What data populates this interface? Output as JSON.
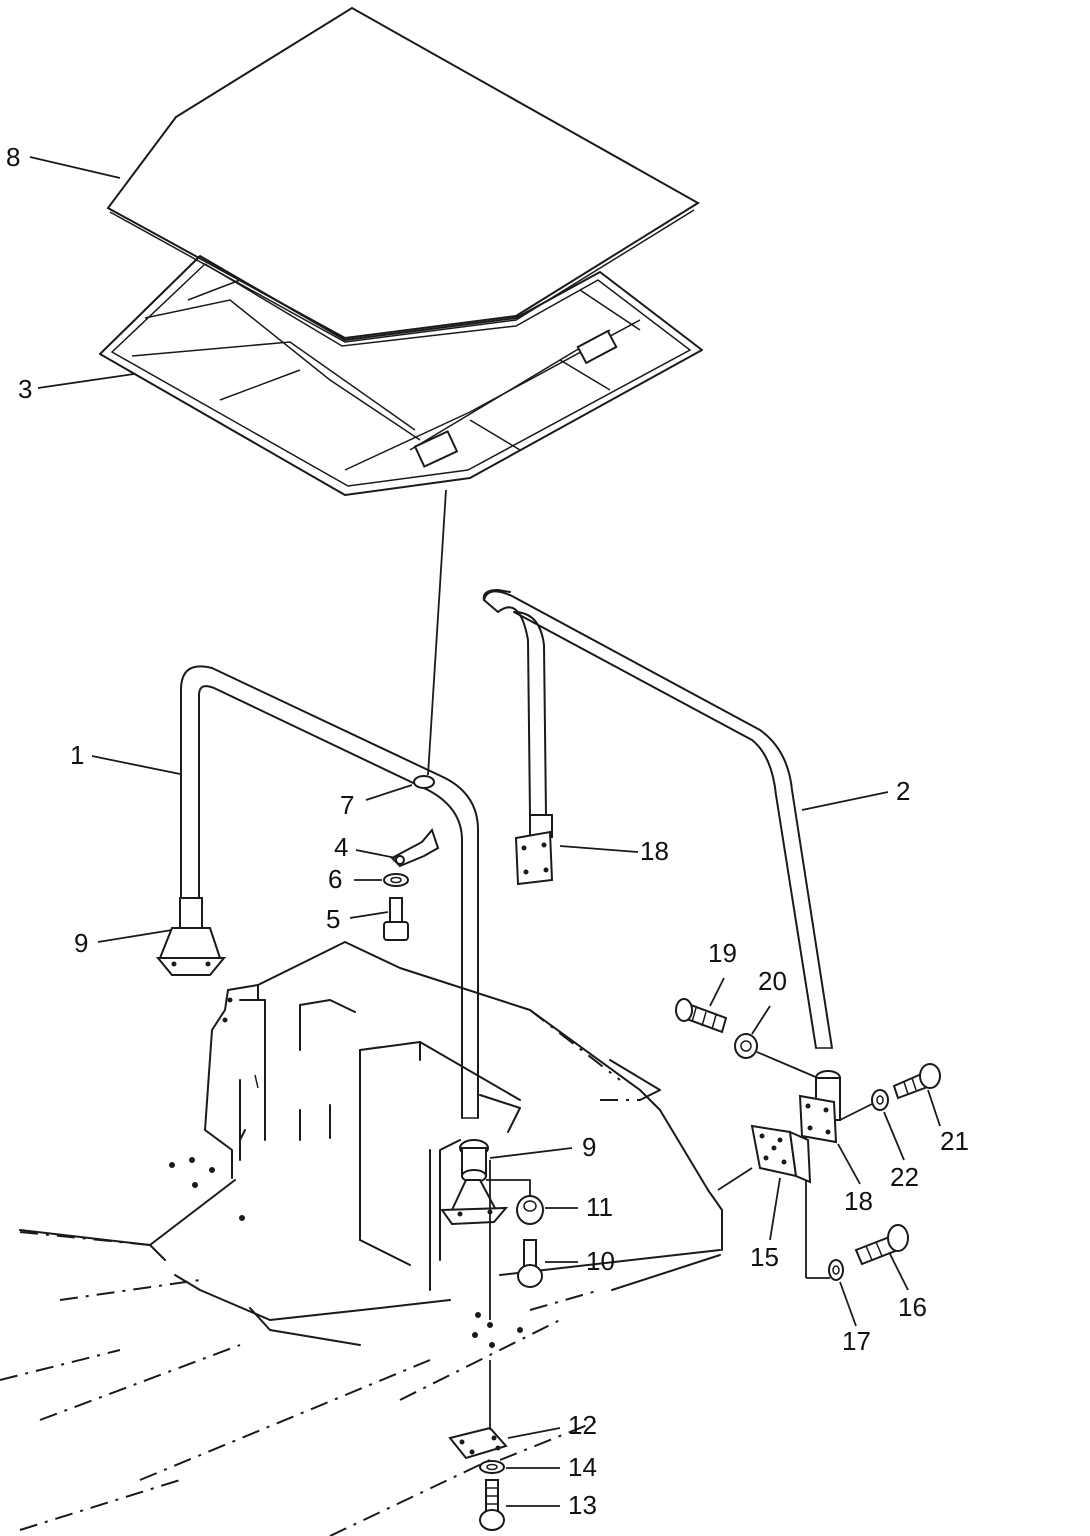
{
  "callouts": [
    {
      "id": "c8",
      "label": "8"
    },
    {
      "id": "c3",
      "label": "3"
    },
    {
      "id": "c1",
      "label": "1"
    },
    {
      "id": "c7",
      "label": "7"
    },
    {
      "id": "c4",
      "label": "4"
    },
    {
      "id": "c6",
      "label": "6"
    },
    {
      "id": "c5",
      "label": "5"
    },
    {
      "id": "c9a",
      "label": "9"
    },
    {
      "id": "c18a",
      "label": "18"
    },
    {
      "id": "c2",
      "label": "2"
    },
    {
      "id": "c19",
      "label": "19"
    },
    {
      "id": "c20",
      "label": "20"
    },
    {
      "id": "c21",
      "label": "21"
    },
    {
      "id": "c22",
      "label": "22"
    },
    {
      "id": "c18b",
      "label": "18"
    },
    {
      "id": "c9b",
      "label": "9"
    },
    {
      "id": "c11",
      "label": "11"
    },
    {
      "id": "c10",
      "label": "10"
    },
    {
      "id": "c15",
      "label": "15"
    },
    {
      "id": "c16",
      "label": "16"
    },
    {
      "id": "c17",
      "label": "17"
    },
    {
      "id": "c12",
      "label": "12"
    },
    {
      "id": "c14",
      "label": "14"
    },
    {
      "id": "c13",
      "label": "13"
    }
  ]
}
